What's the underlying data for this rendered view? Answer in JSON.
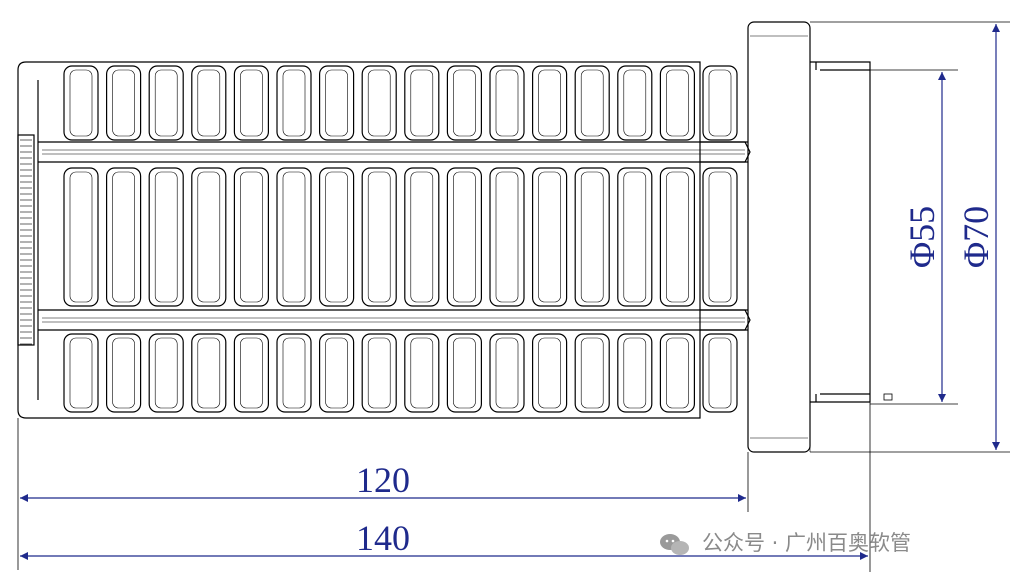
{
  "dimensions": {
    "length_120": "120",
    "length_140": "140",
    "dia_55": "Φ55",
    "dia_70": "Φ70"
  },
  "watermark": {
    "text": "公众号 · 广州百奥软管",
    "icon": "wechat-icon"
  },
  "colors": {
    "dimension": "#1f2a8c",
    "outline": "#000000",
    "watermark": "#8a8a8a"
  }
}
